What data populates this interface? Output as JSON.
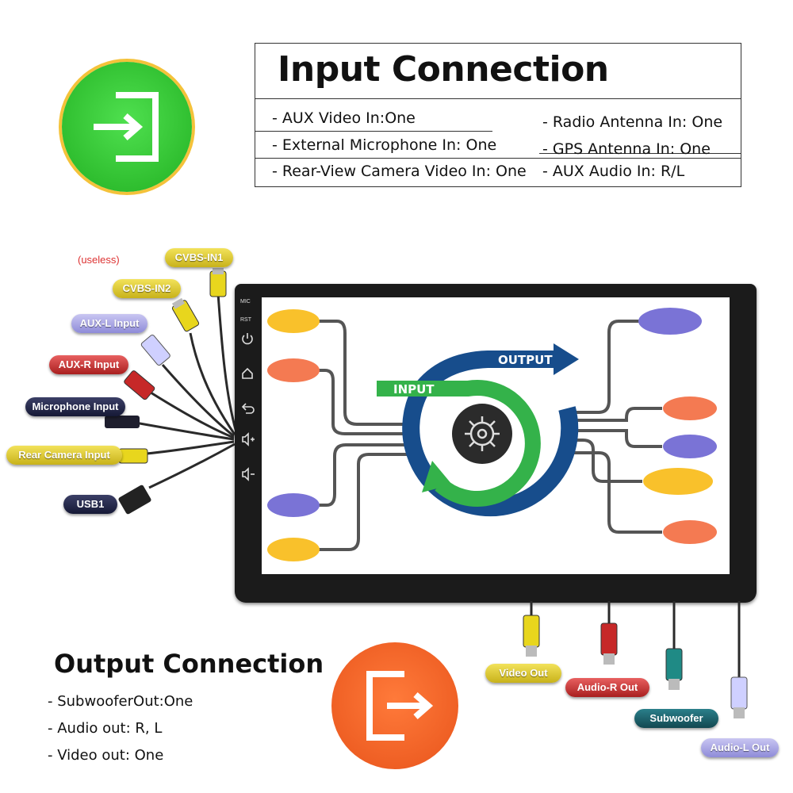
{
  "input": {
    "title": "Input Connection",
    "left_items": [
      "- AUX Video In:",
      "- External Microphone In: One",
      "- Rear-View Camera Video In: One"
    ],
    "aux_video_value": "One",
    "right_items": [
      "- Radio Antenna In: One",
      "- GPS Antenna In: One",
      "- AUX Audio In: R/L"
    ]
  },
  "output": {
    "title": "Output Connection",
    "items": [
      "- SubwooferOut:One",
      "- Audio out: R, L",
      "- Video out: One"
    ]
  },
  "side_labels": {
    "useless": "(useless)",
    "cvbs_in1": "CVBS-IN1",
    "cvbs_in2": "CVBS-IN2",
    "aux_l_input": "AUX-L Input",
    "aux_r_input": "AUX-R Input",
    "microphone_input": "Microphone Input",
    "rear_camera_input": "Rear Camera Input",
    "usb1": "USB1"
  },
  "bottom_labels": {
    "video_out": "Video Out",
    "audio_r_out": "Audio-R Out",
    "subwoofer": "Subwoofer",
    "audio_l_out": "Audio-L Out"
  },
  "device": {
    "mic": "MIC",
    "rst": "RST"
  },
  "diagram": {
    "output_label": "OUTPUT",
    "input_label": "INPUT"
  },
  "colors": {
    "input_green": "#3ccf3c",
    "output_orange": "#f26a2a",
    "navy_arc": "#174d8c",
    "green_arc": "#34b24a",
    "oval_yellow": "#f9c12b",
    "oval_orange": "#f47a52",
    "oval_purple": "#7a73d6"
  }
}
